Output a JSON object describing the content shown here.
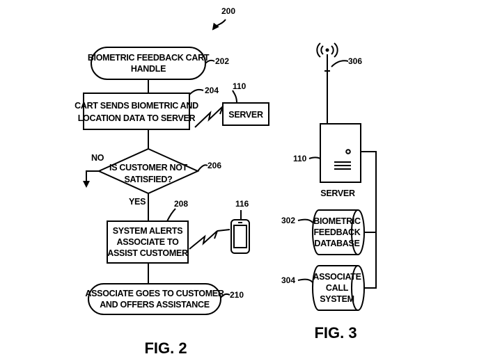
{
  "fig2": {
    "ref_main": "200",
    "start": {
      "lines": [
        "BIOMETRIC FEEDBACK CART",
        "HANDLE"
      ],
      "ref": "202"
    },
    "step_send": {
      "lines": [
        "CART SENDS BIOMETRIC AND",
        "LOCATION DATA TO SERVER"
      ],
      "ref": "204"
    },
    "server": {
      "label": "SERVER",
      "ref": "110"
    },
    "decision": {
      "lines": [
        "IS CUSTOMER NOT",
        "SATISFIED?"
      ],
      "ref": "206",
      "no_label": "NO",
      "yes_label": "YES"
    },
    "step_alert": {
      "lines": [
        "SYSTEM ALERTS",
        "ASSOCIATE TO",
        "ASSIST CUSTOMER"
      ],
      "ref": "208"
    },
    "phone": {
      "ref": "116"
    },
    "end": {
      "lines": [
        "ASSOCIATE GOES TO CUSTOMER",
        "AND OFFERS ASSISTANCE"
      ],
      "ref": "210"
    },
    "caption": "FIG. 2"
  },
  "fig3": {
    "antenna": {
      "ref": "306"
    },
    "server": {
      "label": "SERVER",
      "ref": "110"
    },
    "db_biometric": {
      "lines": [
        "BIOMETRIC",
        "FEEDBACK",
        "DATABASE"
      ],
      "ref": "302"
    },
    "db_call": {
      "lines": [
        "ASSOCIATE",
        "CALL",
        "SYSTEM"
      ],
      "ref": "304"
    },
    "caption": "FIG. 3"
  }
}
